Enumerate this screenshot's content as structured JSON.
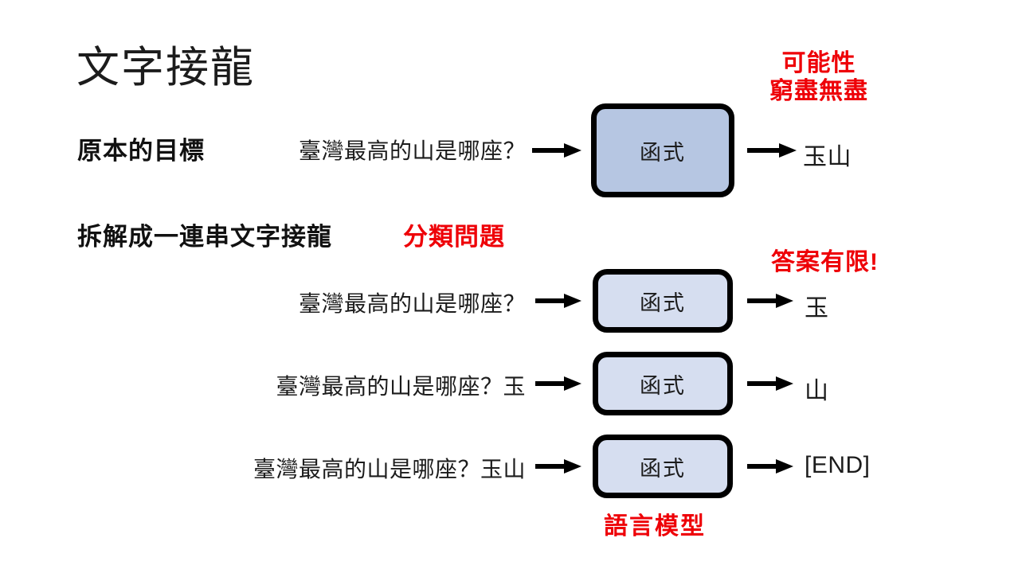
{
  "slide": {
    "title": "文字接龍",
    "background_color": "#ffffff",
    "accent_red": "#ee0007",
    "box_fill_primary": "#b6c6e2",
    "box_fill_light": "#d6def0",
    "box_border_color": "#000000"
  },
  "sections": {
    "goal_label": "原本的目標",
    "split_label": "拆解成一連串文字接龍",
    "split_tag": "分類問題"
  },
  "annotations": {
    "possibility_line1": "可能性",
    "possibility_line2": "窮盡無盡",
    "finite_answers": "答案有限!",
    "language_model": "語言模型"
  },
  "rows": [
    {
      "prompt": "臺灣最高的山是哪座？",
      "function_label": "函式",
      "output": "玉山"
    },
    {
      "prompt": "臺灣最高的山是哪座？",
      "function_label": "函式",
      "output": "玉"
    },
    {
      "prompt": "臺灣最高的山是哪座？玉",
      "function_label": "函式",
      "output": "山"
    },
    {
      "prompt": "臺灣最高的山是哪座？玉山",
      "function_label": "函式",
      "output": "[END]"
    }
  ],
  "icons": {
    "arrow": "arrow-right-icon"
  }
}
